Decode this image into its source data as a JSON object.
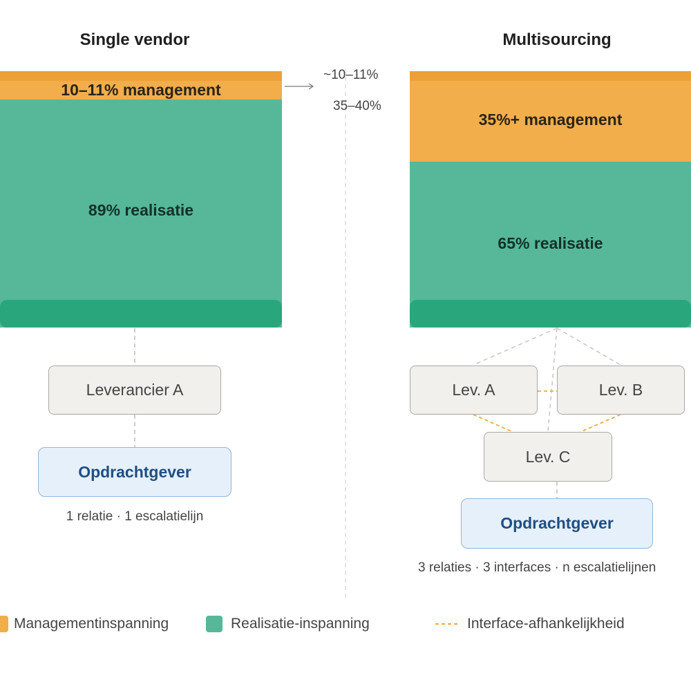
{
  "left": {
    "title": "Single vendor",
    "management_label": "10–11% management",
    "realisation_label": "89% realisatie",
    "vendor_label": "Leverancier A",
    "client_label": "Opdrachtgever",
    "caption": "1 relatie · 1 escalatielijn"
  },
  "center": {
    "annotation_top": "~10–11%",
    "annotation_bottom": "35–40%"
  },
  "right": {
    "title": "Multisourcing",
    "management_label": "35%+ management",
    "realisation_label": "65% realisatie",
    "vendor_a_label": "Lev. A",
    "vendor_b_label": "Lev. B",
    "vendor_c_label": "Lev. C",
    "client_label": "Opdrachtgever",
    "caption": "3 relaties · 3 interfaces · n escalatielijnen"
  },
  "legend": {
    "management": "Managementinspanning",
    "realisation": "Realisatie-inspanning",
    "interface": "Interface-afhankelijkheid"
  },
  "colors": {
    "management": "#f2ae4b",
    "realisation": "#56b898",
    "client_text": "#1f4e82",
    "interface_line": "#f0a83a"
  }
}
